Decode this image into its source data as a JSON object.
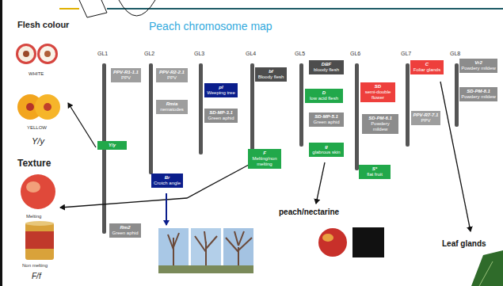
{
  "diagram": {
    "title": "Peach chromosome map",
    "nodes": [
      {
        "text": [
          "PPV-R1-1.1",
          "PPV"
        ]
      },
      {
        "text": [
          "Y/y"
        ]
      },
      {
        "text": [
          "Rm2",
          "Green aphid"
        ]
      },
      {
        "text": [
          "PPV-R2-2.1",
          "PPV"
        ]
      },
      {
        "text": [
          "Rmia",
          "nematodes"
        ]
      },
      {
        "text": [
          "Br",
          "Crotch angle"
        ]
      },
      {
        "text": [
          "pl",
          "Weeping tree"
        ]
      },
      {
        "text": [
          "SD-MP-3.1",
          "Green aphid"
        ]
      },
      {
        "text": [
          "bf",
          "Bloody flesh"
        ]
      },
      {
        "text": [
          "F",
          "Melting/non melting"
        ]
      },
      {
        "text": [
          "DBF",
          "bloody flesh"
        ]
      },
      {
        "text": [
          "D",
          "low acid flesh"
        ]
      },
      {
        "text": [
          "SD-MP-5.1",
          "Green aphid"
        ]
      },
      {
        "text": [
          "g",
          "glabrous skin"
        ]
      },
      {
        "text": [
          "SD",
          "semi-double flower"
        ]
      },
      {
        "text": [
          "SD-PM-6.1",
          "Powdery mildew"
        ]
      },
      {
        "text": [
          "S*",
          "flat fruit"
        ]
      },
      {
        "text": [
          "C",
          "Foliar glands"
        ]
      },
      {
        "text": [
          "PPV-R7-7.1",
          "PPV"
        ]
      },
      {
        "text": [
          "Vr2",
          "Powdery mildew"
        ]
      },
      {
        "text": [
          "SD-PM-8.1",
          "Powdery mildew"
        ]
      }
    ],
    "labels": [
      "Flesh colour",
      "WHITE",
      "YELLOW",
      "Y/y",
      "Texture",
      "Melting",
      "Non melting",
      "F/f",
      "GL1",
      "GL2",
      "GL3",
      "GL4",
      "GL5",
      "GL6",
      "GL7",
      "GL8",
      "peach/nectarine",
      "Leaf glands"
    ]
  }
}
